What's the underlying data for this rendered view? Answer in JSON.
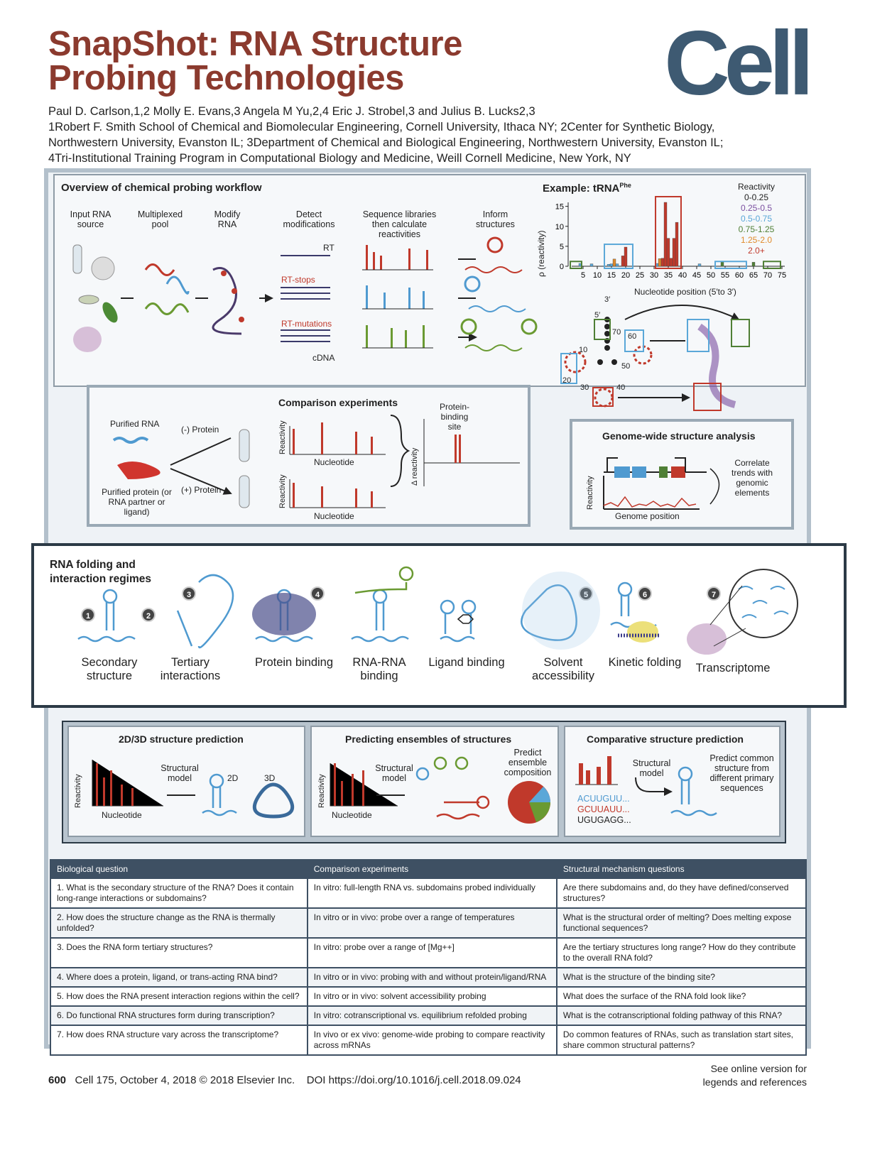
{
  "header": {
    "title_line1": "SnapShot: RNA Structure",
    "title_line2": "Probing Technologies",
    "logo": "Cell",
    "authors": "Paul D. Carlson,1,2 Molly E. Evans,3 Angela M Yu,2,4 Eric J. Strobel,3 and Julius B. Lucks2,3",
    "affiliation1": "1Robert F. Smith School of Chemical and Biomolecular Engineering, Cornell University, Ithaca NY; 2Center for Synthetic Biology,",
    "affiliation2": "Northwestern University, Evanston IL; 3Department of Chemical and Biological Engineering, Northwestern University, Evanston IL;",
    "affiliation3": "4Tri-Institutional Training Program in Computational Biology and Medicine, Weill Cornell Medicine, New York, NY"
  },
  "overview": {
    "title": "Overview of chemical probing workflow",
    "steps": [
      "Input RNA source",
      "Multiplexed pool",
      "Modify RNA",
      "Detect modifications",
      "Sequence libraries then calculate reactivities",
      "Inform structures"
    ],
    "labels": {
      "rt": "RT",
      "rt_stops": "RT-stops",
      "rt_mutations": "RT-mutations",
      "cdna": "cDNA"
    }
  },
  "example": {
    "title": "Example: tRNA",
    "title_sup": "Phe",
    "legend_title": "Reactivity",
    "legend": [
      {
        "label": "0-0.25",
        "color": "#222222"
      },
      {
        "label": "0.25-0.5",
        "color": "#7b4fa0"
      },
      {
        "label": "0.5-0.75",
        "color": "#5aa7d8"
      },
      {
        "label": "0.75-1.25",
        "color": "#4f7f35"
      },
      {
        "label": "1.25-2.0",
        "color": "#e08a2a"
      },
      {
        "label": "2.0+",
        "color": "#c0392b"
      }
    ],
    "structure_labels": [
      "3′",
      "5′",
      "70",
      "60",
      "10",
      "50",
      "20",
      "30",
      "40"
    ]
  },
  "chart_data": {
    "type": "bar",
    "xlabel": "Nucleotide position (5′to 3′)",
    "ylabel": "ρ (reactivity)",
    "ylim": [
      0,
      16
    ],
    "xlim": [
      1,
      76
    ],
    "xticks": [
      5,
      10,
      15,
      20,
      25,
      30,
      35,
      40,
      45,
      50,
      55,
      60,
      65,
      70,
      75
    ],
    "yticks": [
      0,
      5,
      10,
      15
    ],
    "x": [
      4,
      8,
      14,
      15,
      16,
      17,
      19,
      20,
      31,
      32,
      33,
      34,
      35,
      36,
      37,
      38,
      46,
      54,
      65
    ],
    "values": [
      0.7,
      0.6,
      0.5,
      0.6,
      1.8,
      0.6,
      2.6,
      4.8,
      0.7,
      1.9,
      2.0,
      16,
      7,
      2,
      7,
      11,
      0.6,
      1.2,
      1.0
    ]
  },
  "comparison": {
    "title": "Comparison experiments",
    "purified_rna": "Purified RNA",
    "minus_protein": "(-) Protein",
    "plus_protein": "(+) Protein",
    "purified_protein": "Purified protein (or RNA partner or ligand)",
    "reactivity": "Reactivity",
    "nucleotide": "Nucleotide",
    "delta": "Δ reactivity",
    "binding_site": "Protein-binding site"
  },
  "genome": {
    "title": "Genome-wide structure analysis",
    "correlate": "Correlate trends with genomic elements",
    "reactivity": "Reactivity",
    "xlabel": "Genome position"
  },
  "regimes": {
    "title": "RNA folding and interaction regimes",
    "items": [
      {
        "n": "1",
        "label": "Secondary structure"
      },
      {
        "n": "2",
        "label": "Tertiary interactions"
      },
      {
        "n": "3",
        "label": ""
      },
      {
        "n": "4",
        "label": "Protein binding"
      },
      {
        "n": "",
        "label": "RNA-RNA binding"
      },
      {
        "n": "",
        "label": "Ligand binding"
      },
      {
        "n": "5",
        "label": "Solvent accessibility"
      },
      {
        "n": "6",
        "label": "Kinetic folding"
      },
      {
        "n": "7",
        "label": "Transcriptome"
      }
    ]
  },
  "prediction": [
    {
      "title": "2D/3D structure prediction",
      "reactivity": "Reactivity",
      "nucleotide": "Nucleotide",
      "model": "Structural model",
      "d2": "2D",
      "d3": "3D"
    },
    {
      "title": "Predicting ensembles of structures",
      "reactivity": "Reactivity",
      "nucleotide": "Nucleotide",
      "model": "Structural model",
      "predict": "Predict ensemble composition"
    },
    {
      "title": "Comparative structure prediction",
      "model": "Structural model",
      "seqs": [
        "ACUUGUU...",
        "GCUUAUU...",
        "UGUGAGG..."
      ],
      "predict": "Predict common structure from different primary sequences"
    }
  ],
  "table": {
    "headers": [
      "Biological question",
      "Comparison experiments",
      "Structural mechanism questions"
    ],
    "rows": [
      [
        "1. What is the secondary structure of the RNA? Does it contain long-range interactions or subdomains?",
        "In vitro: full-length RNA vs. subdomains probed individually",
        "Are there subdomains and, do they have defined/conserved structures?"
      ],
      [
        "2. How does the structure change as the RNA is thermally unfolded?",
        "In vitro or in vivo: probe over a range of temperatures",
        "What is the structural order of melting? Does melting expose functional sequences?"
      ],
      [
        "3. Does the RNA form tertiary structures?",
        "In vitro: probe over a range of [Mg++]",
        "Are the tertiary structures long range? How do they contribute to the overall RNA fold?"
      ],
      [
        "4. Where does a protein, ligand, or trans-acting RNA bind?",
        "In vitro or in vivo: probing with and without protein/ligand/RNA",
        "What is the structure of the binding site?"
      ],
      [
        "5. How does the RNA present interaction regions within the cell?",
        "In vitro or in vivo: solvent accessibility probing",
        "What does the surface of the RNA fold look like?"
      ],
      [
        "6. Do functional RNA structures form during transcription?",
        "In vitro: cotranscriptional vs. equilibrium refolded probing",
        "What is the cotranscriptional folding pathway of this RNA?"
      ],
      [
        "7. How does RNA structure vary across the transcriptome?",
        "In vivo or ex vivo: genome-wide probing to compare reactivity across mRNAs",
        "Do common features of RNAs, such as translation start sites, share common structural patterns?"
      ]
    ]
  },
  "footer": {
    "page": "600",
    "citation": "Cell 175, October 4, 2018 © 2018 Elsevier Inc.",
    "doi": "DOI https://doi.org/10.1016/j.cell.2018.09.024",
    "online1": "See online version for",
    "online2": "legends and references"
  }
}
